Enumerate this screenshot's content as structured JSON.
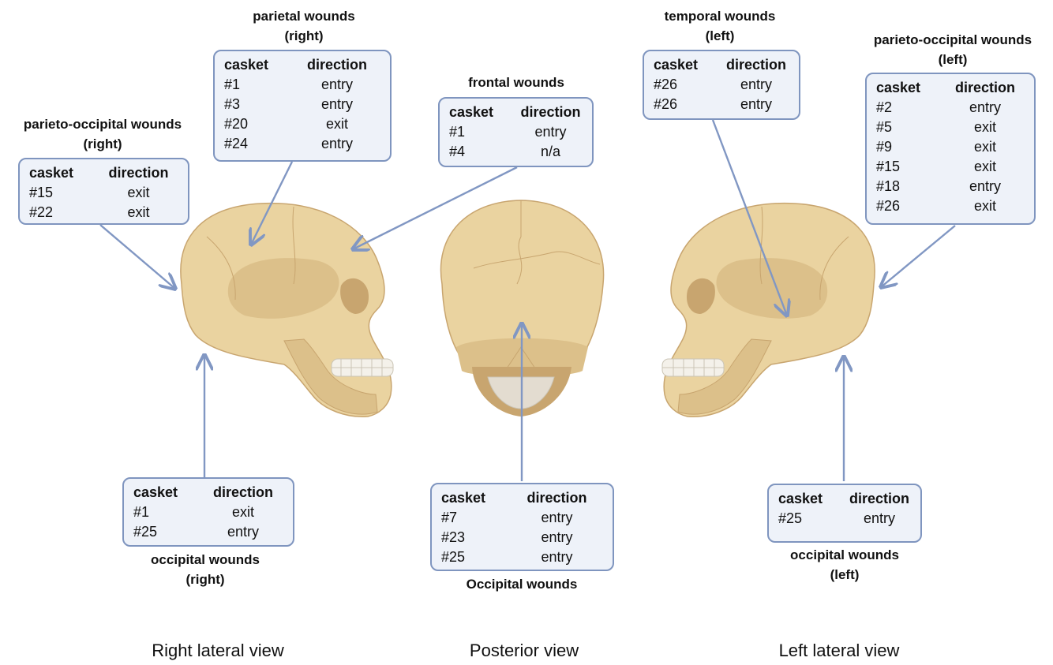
{
  "columns": {
    "casket": "casket",
    "direction": "direction"
  },
  "groups": [
    {
      "id": "parietal-right",
      "title": [
        "parietal wounds",
        "(right)"
      ],
      "rows": [
        [
          "#1",
          "entry"
        ],
        [
          "#3",
          "entry"
        ],
        [
          "#20",
          "exit"
        ],
        [
          "#24",
          "entry"
        ]
      ]
    },
    {
      "id": "parieto-occipital-right",
      "title": [
        "parieto-occipital wounds",
        "(right)"
      ],
      "rows": [
        [
          "#15",
          "exit"
        ],
        [
          "#22",
          "exit"
        ]
      ]
    },
    {
      "id": "frontal",
      "title": [
        "frontal wounds"
      ],
      "rows": [
        [
          "#1",
          "entry"
        ],
        [
          "#4",
          "n/a"
        ]
      ]
    },
    {
      "id": "temporal-left",
      "title": [
        "temporal wounds",
        "(left)"
      ],
      "rows": [
        [
          "#26",
          "entry"
        ],
        [
          "#26",
          "entry"
        ]
      ]
    },
    {
      "id": "parieto-occipital-left",
      "title": [
        "parieto-occipital wounds",
        "(left)"
      ],
      "rows": [
        [
          "#2",
          "entry"
        ],
        [
          "#5",
          "exit"
        ],
        [
          "#9",
          "exit"
        ],
        [
          "#15",
          "exit"
        ],
        [
          "#18",
          "entry"
        ],
        [
          "#26",
          "exit"
        ]
      ]
    },
    {
      "id": "occipital-right",
      "title": [
        "occipital wounds",
        "(right)"
      ],
      "rows": [
        [
          "#1",
          "exit"
        ],
        [
          "#25",
          "entry"
        ]
      ]
    },
    {
      "id": "occipital-posterior",
      "title": [
        "Occipital wounds"
      ],
      "rows": [
        [
          "#7",
          "entry"
        ],
        [
          "#23",
          "entry"
        ],
        [
          "#25",
          "entry"
        ]
      ]
    },
    {
      "id": "occipital-left",
      "title": [
        "occipital wounds",
        "(left)"
      ],
      "rows": [
        [
          "#25",
          "entry"
        ]
      ]
    }
  ],
  "views": {
    "right": "Right lateral view",
    "posterior": "Posterior view",
    "left": "Left lateral view"
  },
  "colors": {
    "bone": "#ead3a0",
    "bone_shade": "#dcc08a",
    "bone_dark": "#c8a56f",
    "teeth": "#f4f1ea",
    "arrow": "#8197c3",
    "box_fill": "#eef2f9"
  }
}
